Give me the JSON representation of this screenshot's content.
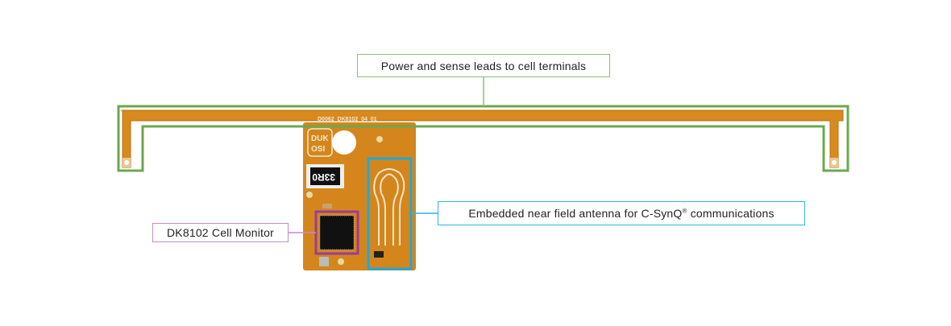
{
  "callouts": {
    "power_leads": "Power and sense leads to cell terminals",
    "antenna_prefix": "Embedded near field antenna for C-SynQ",
    "antenna_reg": "®",
    "antenna_suffix": " communications",
    "cell_monitor": "DK8102 Cell Monitor"
  },
  "board": {
    "part_number": "D0062_DK8102_04_01",
    "logo_line1": "DUK",
    "logo_line2": "OSI",
    "resistor_marking": "33R0"
  },
  "colors": {
    "green": "#6aa84f",
    "blue": "#1fa9d8",
    "purple": "#9a3c9a",
    "flex": "#d98a1e"
  }
}
